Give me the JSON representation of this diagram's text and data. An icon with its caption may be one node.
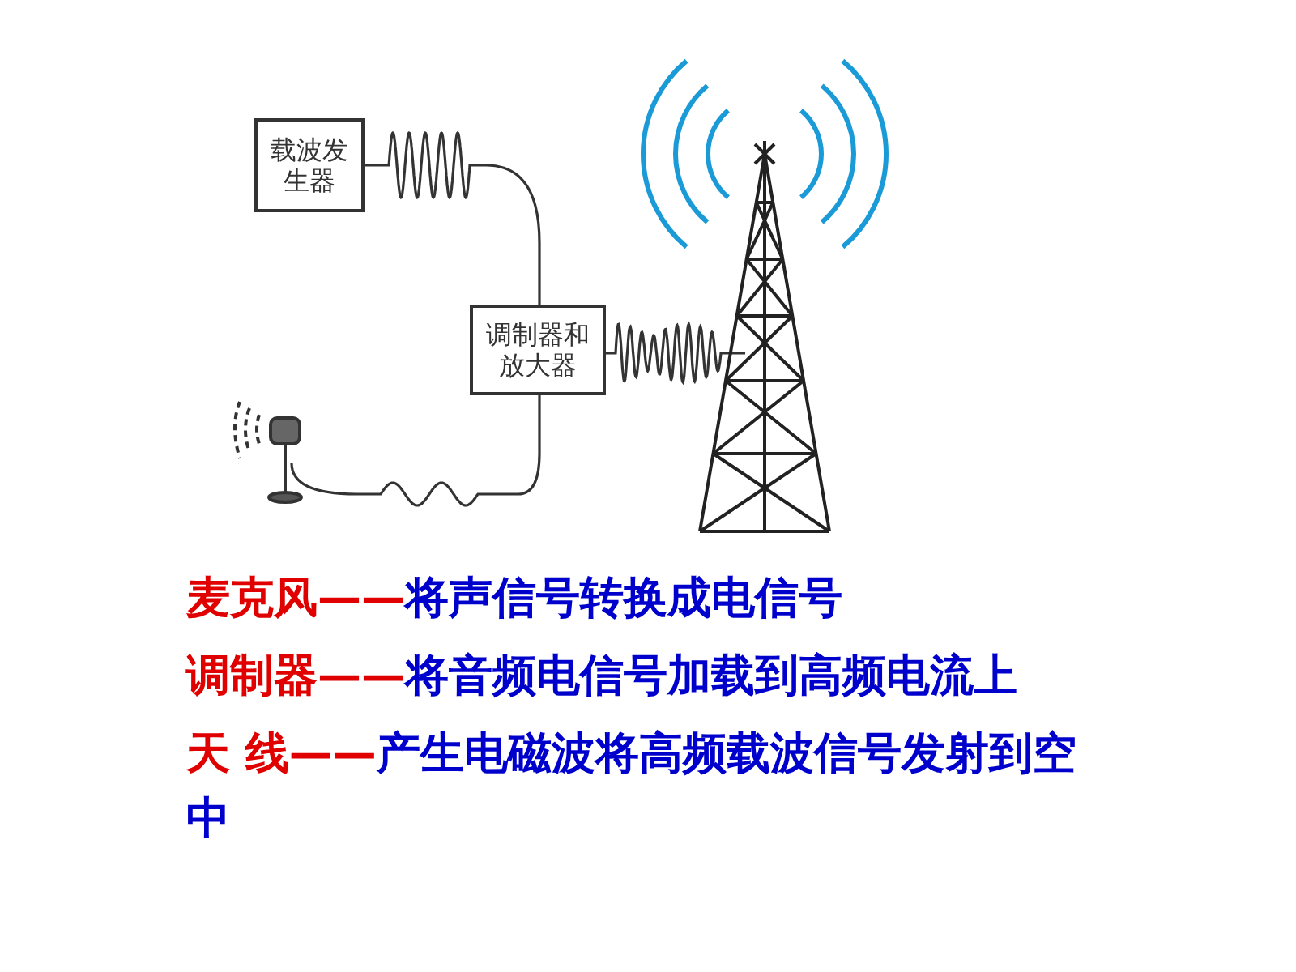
{
  "diagram": {
    "nodes": [
      {
        "text": [
          "载波发生器"
        ]
      },
      {
        "text": [
          "调制器和放大器"
        ]
      },
      {
        "text": [],
        "shape": "picture"
      },
      {
        "text": [],
        "shape": "picture"
      }
    ],
    "edges": [
      {
        "from": 0,
        "to": 1,
        "arrow": "none"
      },
      {
        "from": 2,
        "to": 1,
        "arrow": "none"
      },
      {
        "from": 1,
        "to": 3,
        "arrow": "none"
      }
    ],
    "labels": [
      "麦克风——",
      "将声信号转换成电信号",
      "调制器——",
      "将音频电信号加载到高频电流上",
      "天 线——",
      "产生电磁波将高频载波信号发射到空中"
    ]
  }
}
